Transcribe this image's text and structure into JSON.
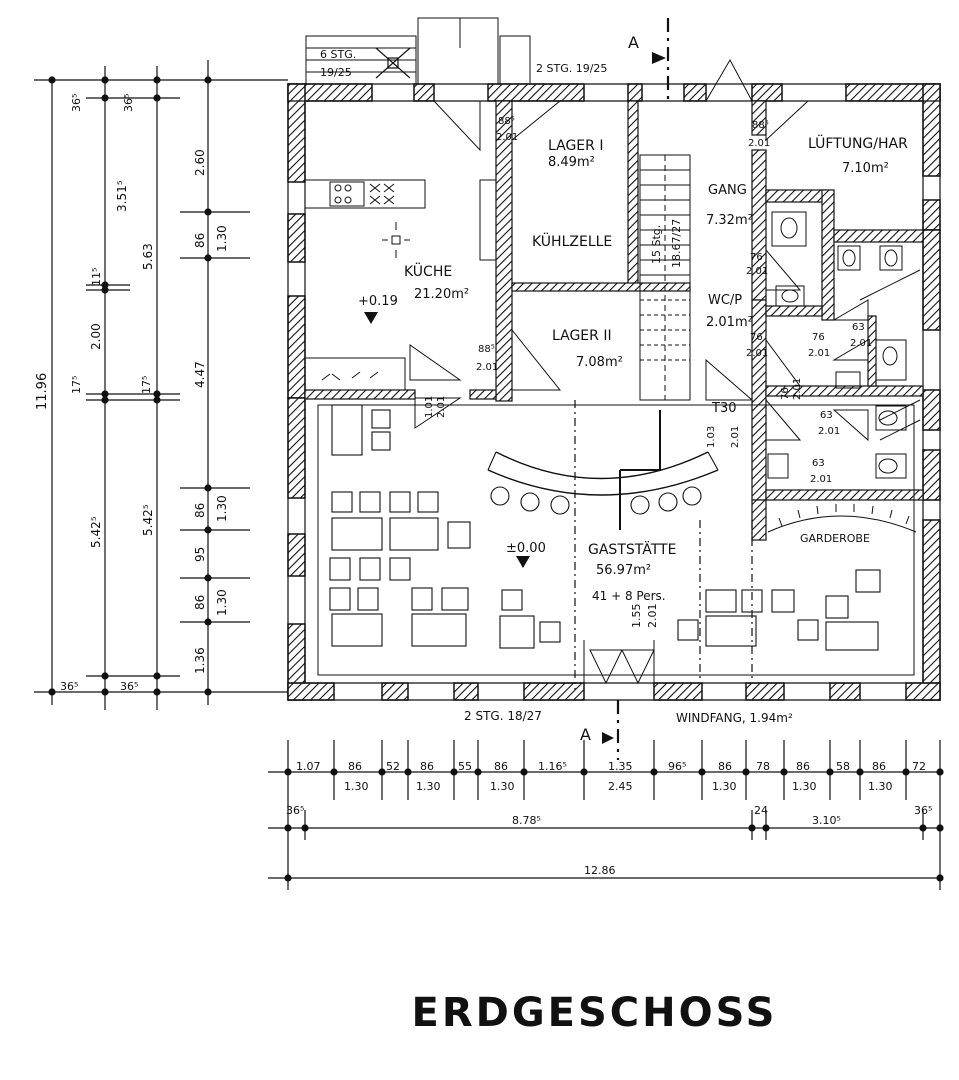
{
  "drawing": {
    "title": "ERDGESCHOSS",
    "section_mark": "A",
    "rooms": {
      "kueche": {
        "name": "KÜCHE",
        "area": "21.20m²",
        "level": "+0.19"
      },
      "lager1": {
        "name": "LAGER I",
        "area": "8.49m²"
      },
      "kuehlzelle": {
        "name": "KÜHLZELLE"
      },
      "lager2": {
        "name": "LAGER II",
        "area": "7.08m²"
      },
      "gang": {
        "name": "GANG",
        "area": "7.32m²"
      },
      "wcp": {
        "name": "WC/P",
        "area": "2.01m²"
      },
      "lueftung": {
        "name": "LÜFTUNG/HAR",
        "area": "7.10m²"
      },
      "gaststaette": {
        "name": "GASTSTÄTTE",
        "area": "56.97m²",
        "level": "±0.00",
        "capacity": "41 + 8 Pers."
      },
      "garderobe": {
        "name": "GARDEROBE"
      },
      "windfang": {
        "name": "WINDFANG, 1.94m²"
      }
    },
    "stairs": {
      "top_left": "6 STG.",
      "top_left_size": "19/25",
      "top_right": "2 STG. 19/25",
      "inner": "15 Stg.",
      "inner_size": "18.67/27",
      "bottom": "2 STG. 18/27"
    },
    "door_labels": {
      "kitchen_door_a": "88⁵",
      "kitchen_door_b": "2.01",
      "lager_door_a": "88⁵",
      "lager_door_b": "2.01",
      "kuechen_pass_a": "1.01",
      "kuechen_pass_b": "2.01",
      "lueft_door_a": "88⁵",
      "lueft_door_b": "2.01",
      "wc_door1_a": "76",
      "wc_door1_b": "2.01",
      "wc_door2_a": "76",
      "wc_door2_b": "2.01",
      "wc_door3_a": "76",
      "wc_door3_b": "2.01",
      "wc_door4_a": "76",
      "wc_door4_b": "2.01",
      "wc_door5_a": "63",
      "wc_door5_b": "2.01",
      "wc_door6_a": "63",
      "wc_door6_b": "2.01",
      "wc_door7_a": "63",
      "wc_door7_b": "2.01",
      "t30": "T30",
      "t30_a": "1.03",
      "t30_b": "2.01",
      "windfang_a": "1.55",
      "windfang_b": "2.01"
    },
    "left_dims": {
      "overall": "11.96",
      "outer_top": "36⁵",
      "outer_top2": "36⁵",
      "col_a": [
        "3.51⁵",
        "5.63",
        "11⁵",
        "2.00",
        "17⁵",
        "17⁵",
        "5.42⁵",
        "5.42⁵"
      ],
      "col_b": [
        "2.60",
        "86",
        "1.30",
        "4.47",
        "86",
        "1.30",
        "95",
        "86",
        "1.30",
        "1.36"
      ],
      "outer_bottom": "36⁵",
      "outer_bottom2": "36⁵"
    },
    "bottom_dims": {
      "row1": [
        "1.07",
        "86",
        "52",
        "86",
        "55",
        "86",
        "1.16⁵",
        "1.35",
        "96⁵",
        "86",
        "78",
        "86",
        "58",
        "86",
        "72"
      ],
      "row1_sub": [
        "1.30",
        "1.30",
        "1.30",
        "2.45",
        "1.30",
        "1.30",
        "1.30"
      ],
      "row2": [
        "36⁵",
        "8.78⁵",
        "24",
        "3.10⁵",
        "36⁵"
      ],
      "overall": "12.86"
    }
  }
}
